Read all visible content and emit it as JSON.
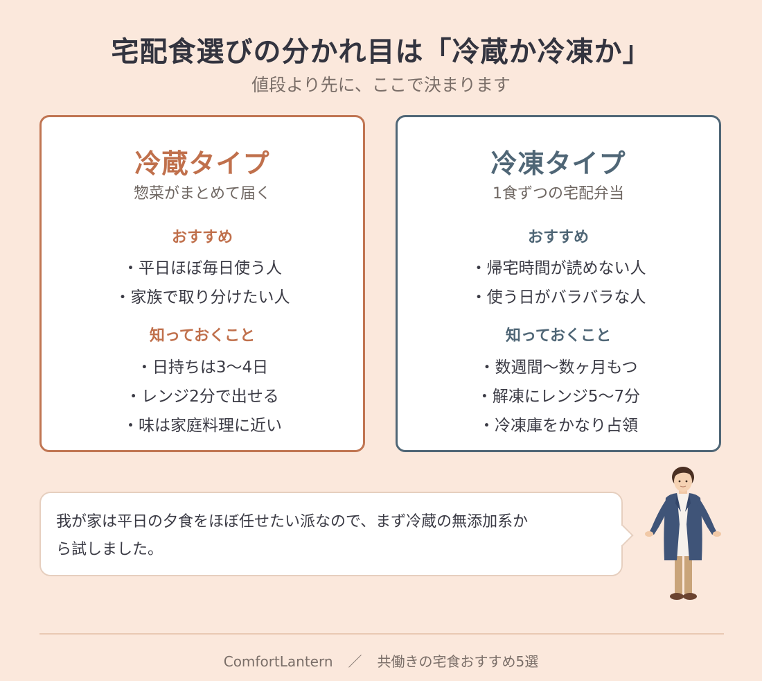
{
  "header": {
    "title": "宅配食選びの分かれ目は「冷蔵か冷凍か」",
    "subtitle": "値段より先に、ここで決まります"
  },
  "cards": [
    {
      "title": "冷蔵タイプ",
      "subtitle": "惣菜がまとめて届く",
      "recommend_heading": "おすすめ",
      "recommend": [
        "・平日ほぼ毎日使う人",
        "・家族で取り分けたい人"
      ],
      "notes_heading": "知っておくこと",
      "notes": [
        "・日持ちは3〜4日",
        "・レンジ2分で出せる",
        "・味は家庭料理に近い"
      ],
      "accent_color": "#c0704c"
    },
    {
      "title": "冷凍タイプ",
      "subtitle": "1食ずつの宅配弁当",
      "recommend_heading": "おすすめ",
      "recommend": [
        "・帰宅時間が読めない人",
        "・使う日がバラバラな人"
      ],
      "notes_heading": "知っておくこと",
      "notes": [
        "・数週間〜数ヶ月もつ",
        "・解凍にレンジ5〜7分",
        "・冷凍庫をかなり占領"
      ],
      "accent_color": "#4f6676"
    }
  ],
  "speech": {
    "line1": "我が家は平日の夕食をほぼ任せたい派なので、まず冷蔵の無添加系か",
    "line2": "ら試しました。",
    "icon": "man-in-blazer-icon"
  },
  "footer": {
    "brand": "ComfortLantern",
    "separator": "／",
    "article": "共働きの宅食おすすめ5選"
  }
}
